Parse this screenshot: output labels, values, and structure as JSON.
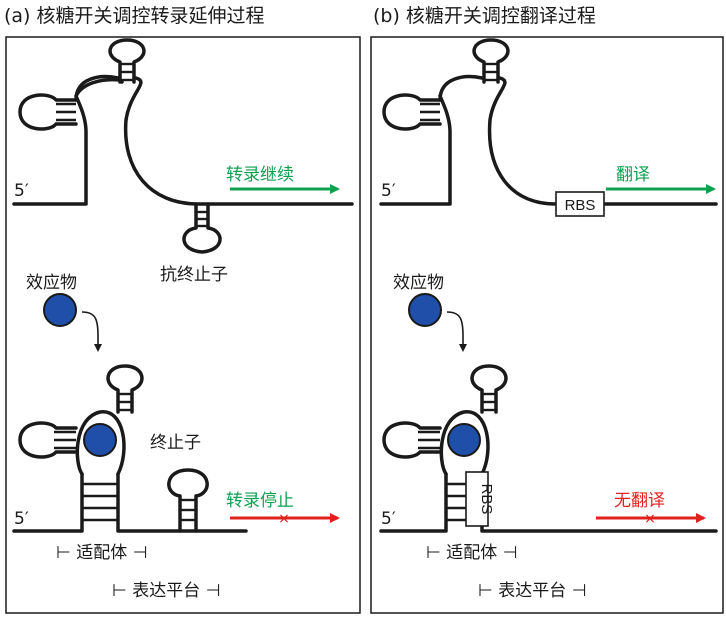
{
  "panel_a": {
    "title": "(a) 核糖开关调控转录延伸过程",
    "five_prime_top": "5′",
    "five_prime_bottom": "5′",
    "continue_label": "转录继续",
    "antiterminator_label": "抗终止子",
    "effector_label": "效应物",
    "terminator_label": "终止子",
    "stop_label": "转录停止",
    "aptamer_label": "⊢ 适配体 ⊣",
    "platform_label": "⊢ 表达平台 ⊣"
  },
  "panel_b": {
    "title": "(b) 核糖开关调控翻译过程",
    "five_prime_top": "5′",
    "five_prime_bottom": "5′",
    "rbs_top": "RBS",
    "rbs_bottom": "RBS",
    "translation_label": "翻译",
    "effector_label": "效应物",
    "no_translation_label": "无翻译",
    "aptamer_label": "⊢ 适配体 ⊣",
    "platform_label": "⊢ 表达平台 ⊣"
  },
  "colors": {
    "green": "#10a050",
    "red": "#e0221f",
    "effector_blue": "#1f4fa8",
    "line": "#1a1a1a"
  }
}
